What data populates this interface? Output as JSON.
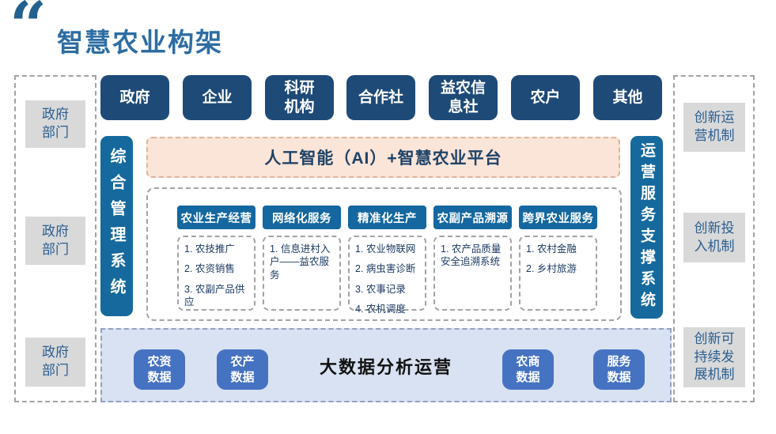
{
  "header": {
    "title": "智慧农业构架",
    "quote_icon": "“"
  },
  "stakeholders": [
    "政府",
    "企业",
    "科研\n机构",
    "合作社",
    "益农信\n息社",
    "农户",
    "其他"
  ],
  "left_panel": {
    "items": [
      "政府\n部门",
      "政府\n部门",
      "政府\n部门"
    ]
  },
  "right_panel": {
    "items": [
      "创新运\n营机制",
      "创新投\n入机制",
      "创新可\n持续发\n展机制"
    ]
  },
  "left_bar": {
    "label": "综合管理系统"
  },
  "right_bar": {
    "label": "运营服务支撑系统"
  },
  "ai_platform": {
    "label": "人工智能（AI）+智慧农业平台"
  },
  "service_columns": [
    {
      "header": "农业生产经营",
      "items": [
        "1. 农技推广",
        "2. 农资销售",
        "3. 农副产品供应"
      ]
    },
    {
      "header": "网络化服务",
      "items": [
        "1. 信息进村入户——益农服务"
      ]
    },
    {
      "header": "精准化生产",
      "items": [
        "1. 农业物联网",
        "2. 病虫害诊断",
        "3. 农事记录",
        "4. 农机调度"
      ]
    },
    {
      "header": "农副产品溯源",
      "items": [
        "1. 农产品质量安全追溯系统"
      ]
    },
    {
      "header": "跨界农业服务",
      "items": [
        "1. 农村金融",
        "2. 乡村旅游"
      ]
    }
  ],
  "big_data": {
    "title": "大数据分析运营",
    "boxes": [
      "农资\n数据",
      "农产\n数据",
      "农商\n数据",
      "服务\n数据"
    ]
  },
  "colors": {
    "title_blue": "#2d6da3",
    "navy": "#1e4a78",
    "teal": "#16699d",
    "accent_blue": "#4672c2",
    "peach_bg": "#fbe5d8",
    "gray_box": "#d9d9d9",
    "bigdata_bg": "#d9e2f2"
  }
}
